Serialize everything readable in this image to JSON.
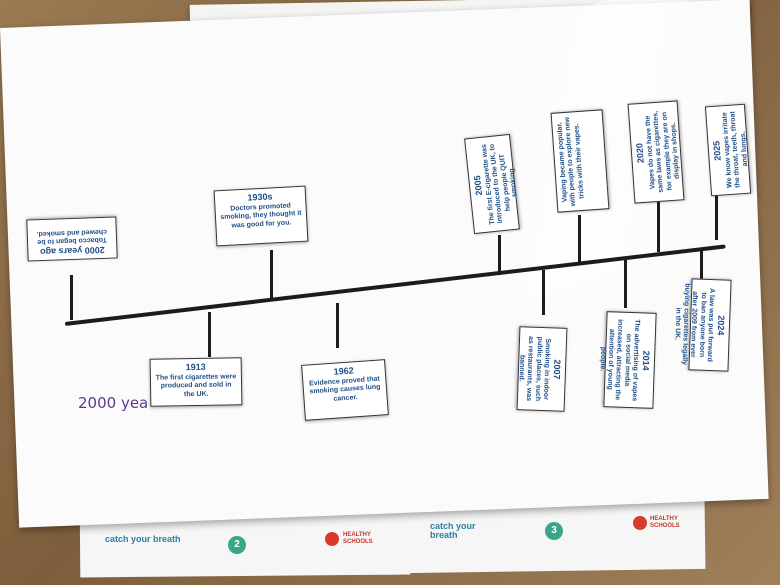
{
  "handwriting": "2000 yea",
  "cards": [
    {
      "year": "2000 years ago",
      "text": "Tobacco began to be chewed and smoked."
    },
    {
      "year": "1913",
      "text": "The first cigarettes were produced and sold in the UK."
    },
    {
      "year": "1930s",
      "text": "Doctors promoted smoking, they thought it was good for you."
    },
    {
      "year": "1962",
      "text": "Evidence proved that smoking causes lung cancer."
    },
    {
      "year": "2005",
      "text": "The first E-cigarette was introduced to the UK, to help people QUIT smoking."
    },
    {
      "year": "2007",
      "text": "Smoking in indoor public places, such as restaurants, was banned."
    },
    {
      "year": "",
      "text": "Vaping became popular, with people to explore new tricks with their vapes."
    },
    {
      "year": "2014",
      "text": "The advertising of vapes on social media increased, attracting the attention of young people."
    },
    {
      "year": "2020",
      "text": "Vapes do not have the same laws as cigarettes, for example they are on display in shops."
    },
    {
      "year": "2024",
      "text": "A law was put forward to ban anyone born after 2009 from ever buying cigarettes legally in the UK."
    },
    {
      "year": "2025",
      "text": "We know vapes irritate the throat, teeth, throat and lungs."
    }
  ],
  "footer": [
    {
      "brand": "catch your breath",
      "page": "2",
      "healthy": "HEALTHY SCHOOLS"
    },
    {
      "brand": "catch your breath",
      "page": "3",
      "healthy": "HEALTHY SCHOOLS"
    }
  ],
  "colors": {
    "card_text": "#1f4f86",
    "handwriting": "#5b3a8e",
    "badge": "#3aa58a",
    "apple": "#d93a2b"
  }
}
